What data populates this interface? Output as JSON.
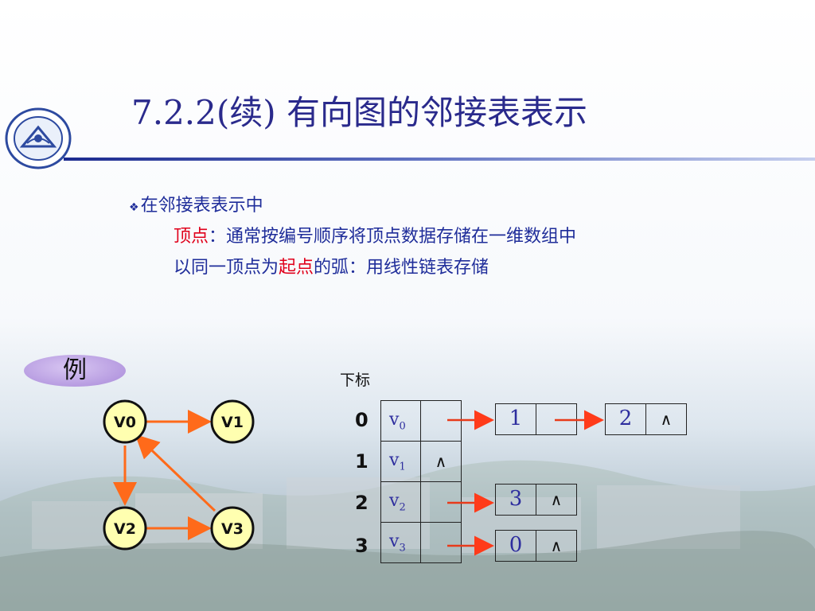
{
  "slide": {
    "title": "7.2.2(续) 有向图的邻接表表示",
    "bullet": {
      "icon": "diamond-bullet-icon",
      "text": "在邻接表表示中"
    },
    "line2": {
      "highlight": "顶点",
      "rest": "：通常按编号顺序将顶点数据存储在一维数组中"
    },
    "line3": {
      "prefix": "以同一顶点为",
      "highlight": "起点",
      "suffix": "的弧：用线性链表存储"
    },
    "example_label": "例",
    "colors": {
      "title": "#2a2a8c",
      "body": "#1f2d9a",
      "highlight": "#e0001b",
      "arrow": "#ff6a1a"
    }
  },
  "graph": {
    "nodes": [
      {
        "id": "V0",
        "label": "V0"
      },
      {
        "id": "V1",
        "label": "V1"
      },
      {
        "id": "V2",
        "label": "V2"
      },
      {
        "id": "V3",
        "label": "V3"
      }
    ],
    "arcs": [
      {
        "from": "V0",
        "to": "V1"
      },
      {
        "from": "V0",
        "to": "V2"
      },
      {
        "from": "V2",
        "to": "V3"
      },
      {
        "from": "V3",
        "to": "V0"
      }
    ]
  },
  "adjacency": {
    "index_header": "下标",
    "null_symbol": "∧",
    "rows": [
      {
        "index": "0",
        "vertex": "v",
        "sub": "0",
        "pointer": "",
        "list": [
          {
            "adj": "1",
            "next": ""
          },
          {
            "adj": "2",
            "next": "∧"
          }
        ]
      },
      {
        "index": "1",
        "vertex": "v",
        "sub": "1",
        "pointer": "∧",
        "list": []
      },
      {
        "index": "2",
        "vertex": "v",
        "sub": "2",
        "pointer": "",
        "list": [
          {
            "adj": "3",
            "next": "∧"
          }
        ]
      },
      {
        "index": "3",
        "vertex": "v",
        "sub": "3",
        "pointer": "",
        "list": [
          {
            "adj": "0",
            "next": "∧"
          }
        ]
      }
    ]
  }
}
